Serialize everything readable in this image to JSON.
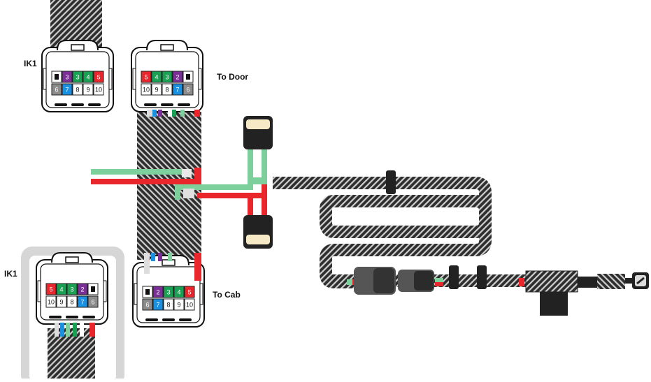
{
  "labels": {
    "ik1_top": "IK1",
    "ik1_bottom": "IK1",
    "to_door": "To Door",
    "to_cab": "To Cab"
  },
  "colors": {
    "red": "#e8262b",
    "green": "#7dcf9b",
    "dark_green": "#1aa052",
    "purple": "#7a2f97",
    "blue": "#1b8fe0",
    "gray": "#8c8c8c",
    "white": "#ffffff",
    "cream": "#f5e9c6",
    "harness_dark": "#2e2e2e",
    "harness_light": "#bdbdbd",
    "panel": "#d9d9d9"
  },
  "connectors": {
    "ik1_top": {
      "top_row": [
        {
          "label": "",
          "color": "white"
        },
        {
          "label": "3",
          "color": "purple"
        },
        {
          "label": "3",
          "color": "dark_green"
        },
        {
          "label": "4",
          "color": "dark_green"
        },
        {
          "label": "5",
          "color": "red"
        }
      ],
      "bottom_row": [
        {
          "label": "6",
          "color": "gray"
        },
        {
          "label": "7",
          "color": "blue"
        },
        {
          "label": "8",
          "color": "white"
        },
        {
          "label": "9",
          "color": "white"
        },
        {
          "label": "10",
          "color": "white"
        }
      ]
    },
    "to_door": {
      "top_row": [
        {
          "label": "5",
          "color": "red"
        },
        {
          "label": "4",
          "color": "dark_green"
        },
        {
          "label": "3",
          "color": "dark_green"
        },
        {
          "label": "2",
          "color": "purple"
        },
        {
          "label": "",
          "color": "white"
        }
      ],
      "bottom_row": [
        {
          "label": "10",
          "color": "white"
        },
        {
          "label": "9",
          "color": "white"
        },
        {
          "label": "8",
          "color": "white"
        },
        {
          "label": "7",
          "color": "blue"
        },
        {
          "label": "6",
          "color": "gray"
        }
      ]
    },
    "ik1_bottom": {
      "top_row": [
        {
          "label": "5",
          "color": "red"
        },
        {
          "label": "4",
          "color": "dark_green"
        },
        {
          "label": "3",
          "color": "dark_green"
        },
        {
          "label": "2",
          "color": "purple"
        },
        {
          "label": "",
          "color": "white"
        }
      ],
      "bottom_row": [
        {
          "label": "10",
          "color": "white"
        },
        {
          "label": "9",
          "color": "white"
        },
        {
          "label": "8",
          "color": "white"
        },
        {
          "label": "7",
          "color": "blue"
        },
        {
          "label": "6",
          "color": "gray"
        }
      ]
    },
    "to_cab": {
      "top_row": [
        {
          "label": "",
          "color": "white"
        },
        {
          "label": "2",
          "color": "purple"
        },
        {
          "label": "3",
          "color": "dark_green"
        },
        {
          "label": "4",
          "color": "dark_green"
        },
        {
          "label": "5",
          "color": "red"
        }
      ],
      "bottom_row": [
        {
          "label": "6",
          "color": "gray"
        },
        {
          "label": "7",
          "color": "blue"
        },
        {
          "label": "8",
          "color": "white"
        },
        {
          "label": "9",
          "color": "white"
        },
        {
          "label": "10",
          "color": "white"
        }
      ]
    }
  }
}
